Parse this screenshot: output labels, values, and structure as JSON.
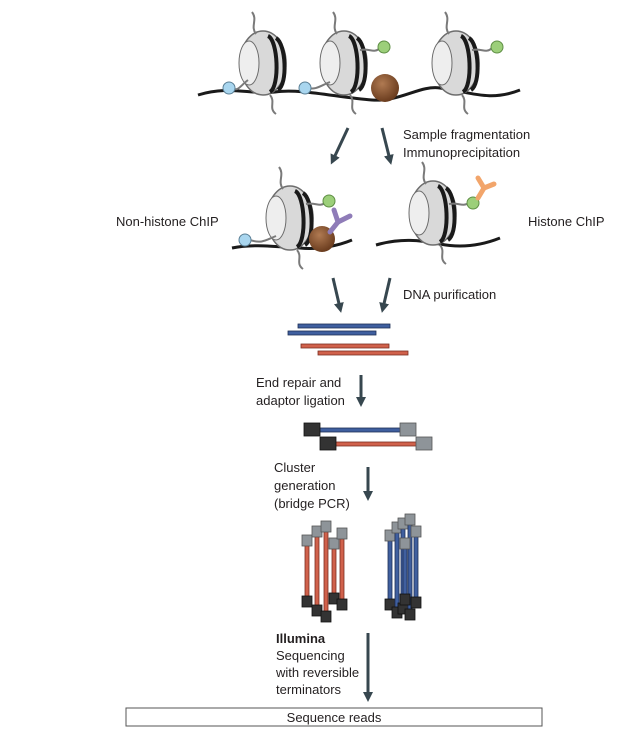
{
  "labels": {
    "step1_line1": "Sample fragmentation",
    "step1_line2": "Immunoprecipitation",
    "non_histone": "Non-histone ChIP",
    "histone": "Histone ChIP",
    "dna_purification": "DNA purification",
    "end_repair_line1": "End repair and",
    "end_repair_line2": "adaptor ligation",
    "cluster_line1": "Cluster",
    "cluster_line2": "generation",
    "cluster_line3": "(bridge PCR)",
    "illumina_title": "Illumina",
    "illumina_line1": "Sequencing",
    "illumina_line2": "with reversible",
    "illumina_line3": "terminators",
    "sequence_reads": "Sequence reads"
  },
  "colors": {
    "text": "#231f20",
    "arrow": "#37474f",
    "dna": "#1a1a1a",
    "histone_fill": "#d9d9d9",
    "histone_stroke": "#6d6d6d",
    "blue_strand": "#3f5f9f",
    "red_strand": "#d0614b",
    "transcription_factor": "#7a4a2a",
    "antibody_purple": "#8f7cb8",
    "antibody_orange": "#f2a56b",
    "mark_green": "#9ccf7a",
    "mark_blue": "#a9d6ef",
    "adaptor_dark": "#333333",
    "adaptor_light": "#8e9499"
  }
}
